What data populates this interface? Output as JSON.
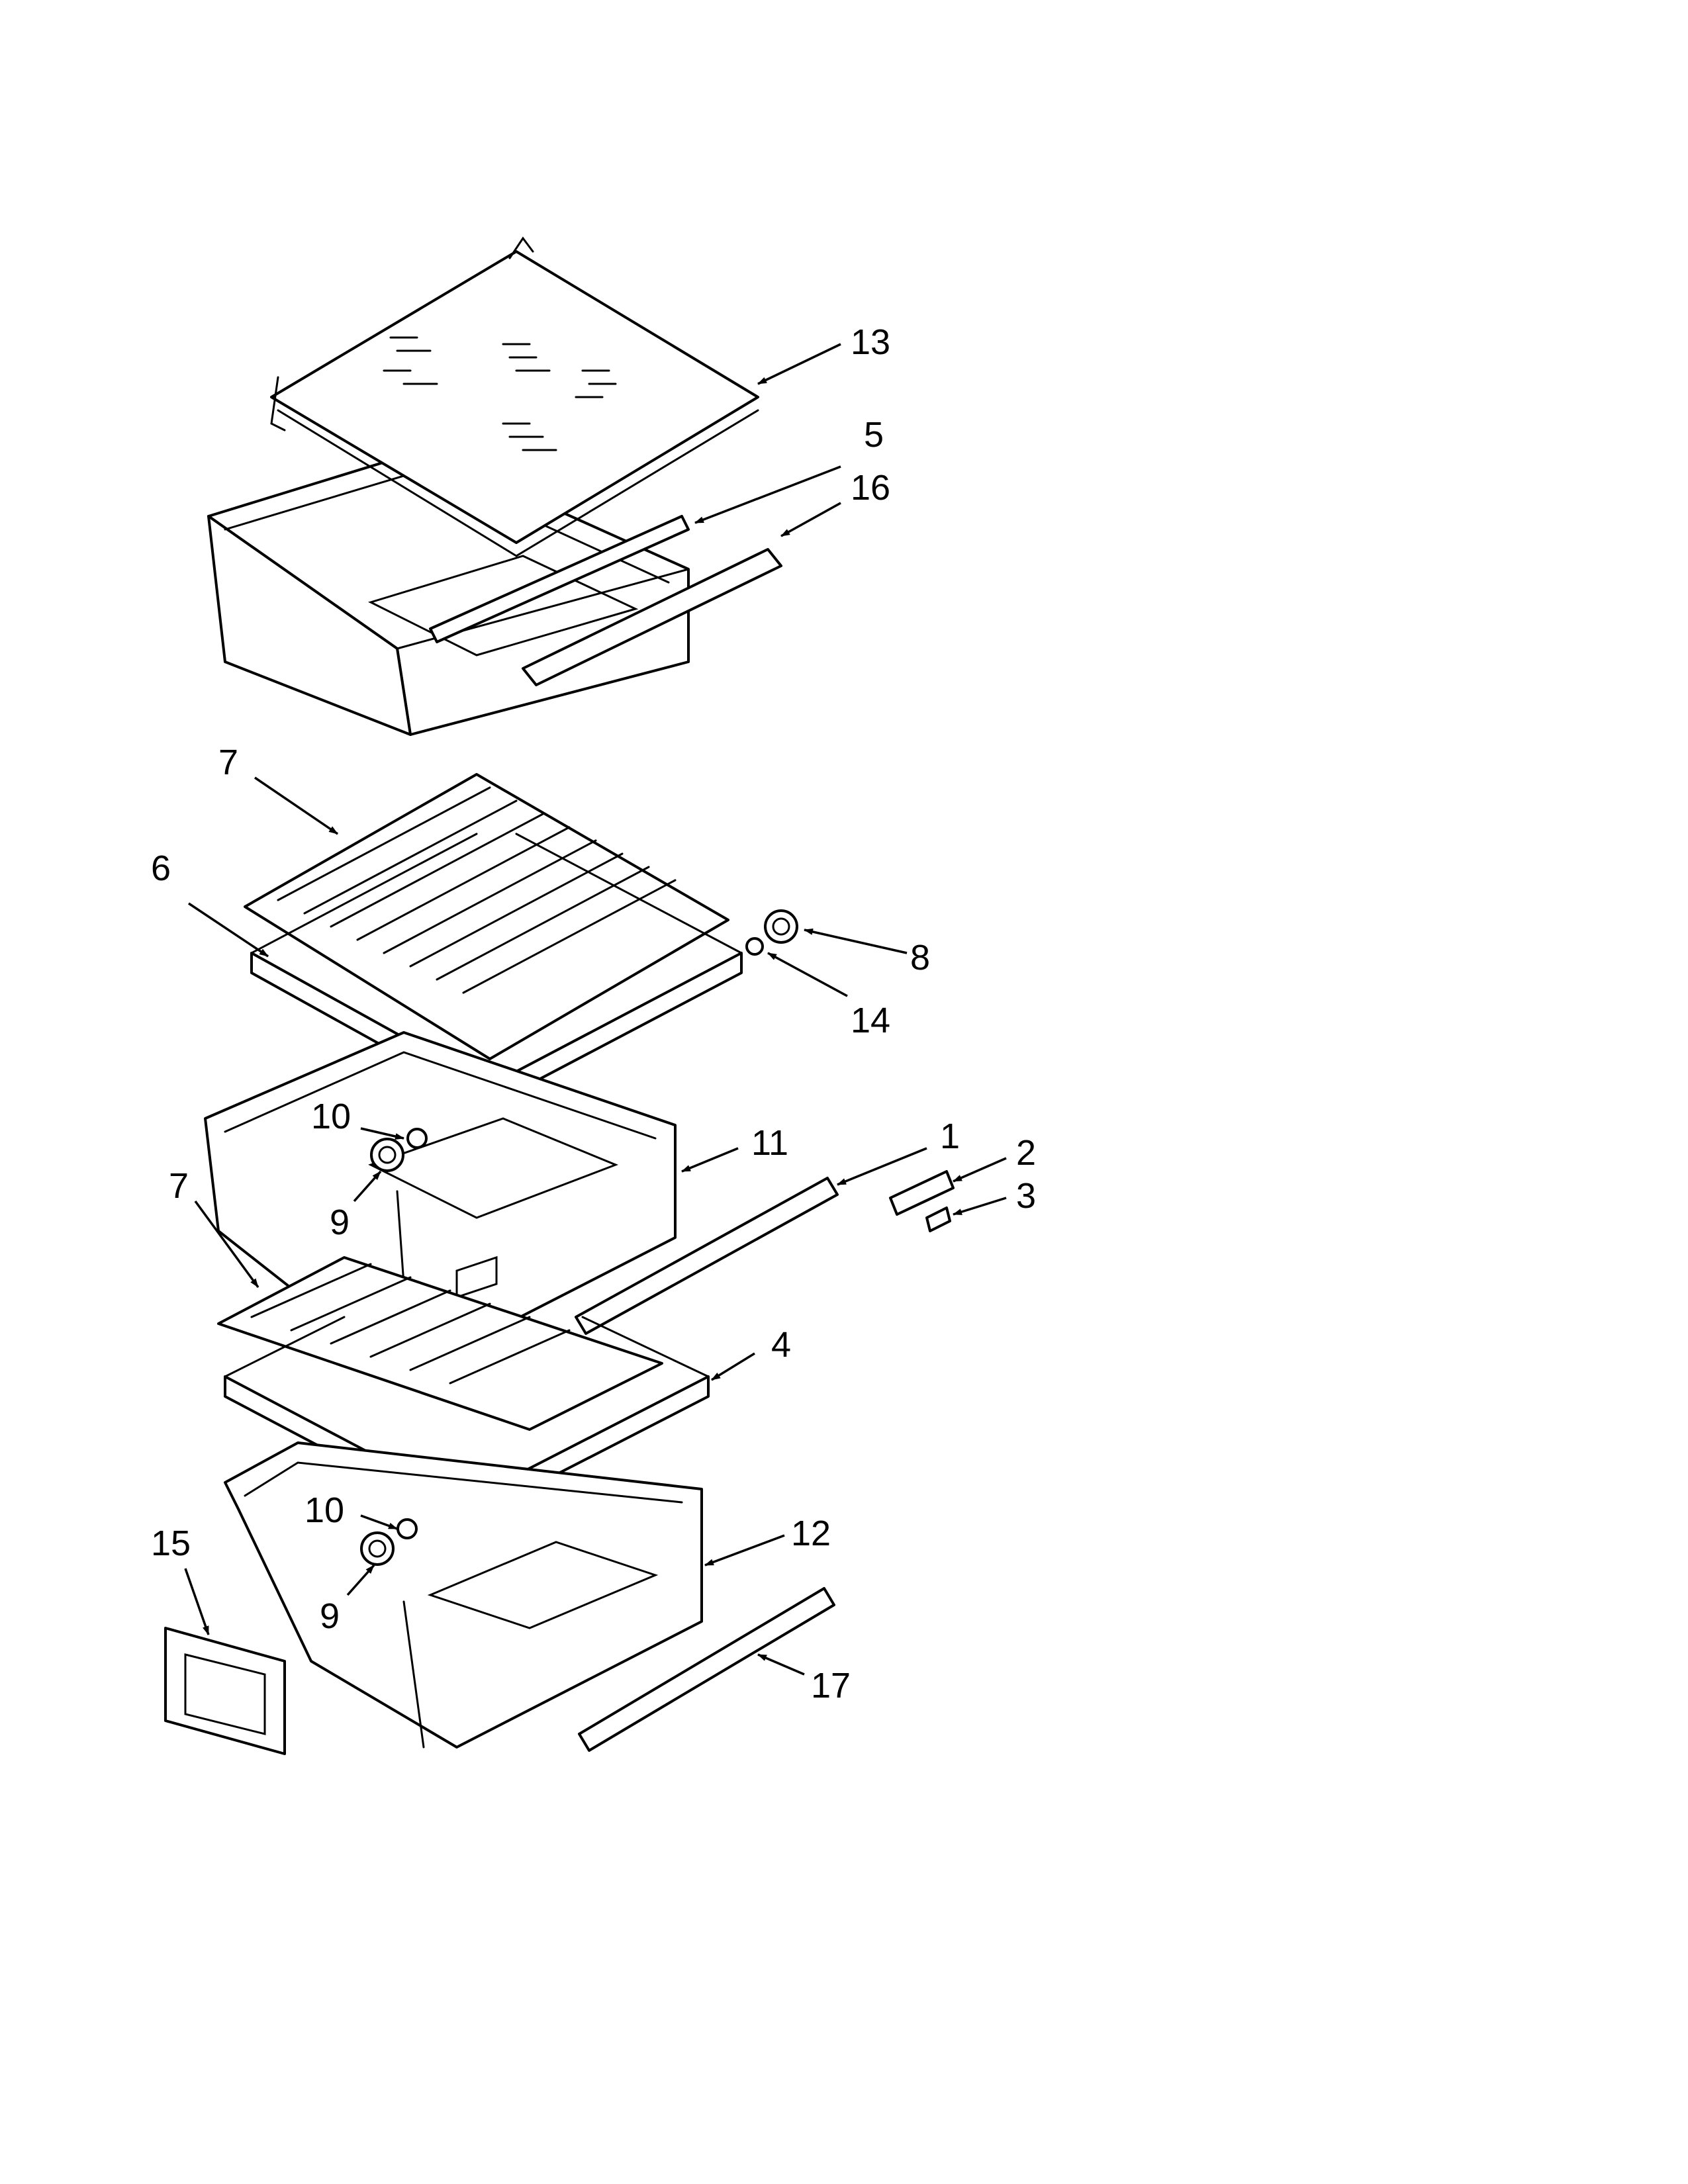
{
  "diagram": {
    "callouts": [
      {
        "id": "c13",
        "label": "13"
      },
      {
        "id": "c5",
        "label": "5"
      },
      {
        "id": "c16",
        "label": "16"
      },
      {
        "id": "c7a",
        "label": "7"
      },
      {
        "id": "c6",
        "label": "6"
      },
      {
        "id": "c8",
        "label": "8"
      },
      {
        "id": "c14",
        "label": "14"
      },
      {
        "id": "c10a",
        "label": "10"
      },
      {
        "id": "c11",
        "label": "11"
      },
      {
        "id": "c1",
        "label": "1"
      },
      {
        "id": "c2",
        "label": "2"
      },
      {
        "id": "c3",
        "label": "3"
      },
      {
        "id": "c9a",
        "label": "9"
      },
      {
        "id": "c7b",
        "label": "7"
      },
      {
        "id": "c4",
        "label": "4"
      },
      {
        "id": "c10b",
        "label": "10"
      },
      {
        "id": "c12",
        "label": "12"
      },
      {
        "id": "c15",
        "label": "15"
      },
      {
        "id": "c9b",
        "label": "9"
      },
      {
        "id": "c17",
        "label": "17"
      }
    ]
  }
}
